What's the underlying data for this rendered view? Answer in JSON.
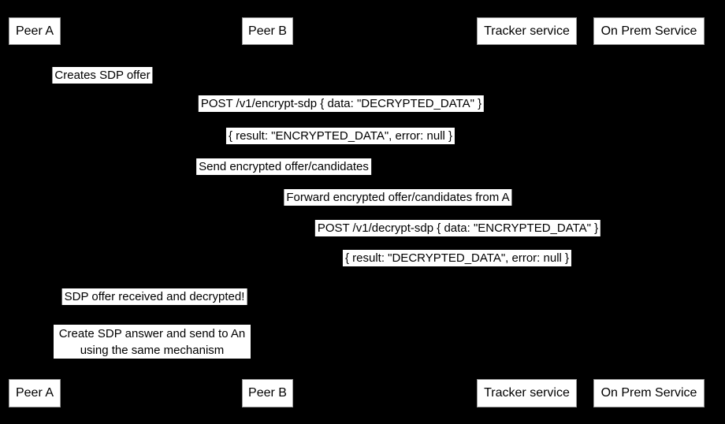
{
  "diagram": {
    "type": "sequence-diagram",
    "colors": {
      "background": "#000000",
      "label_background": "#ffffff",
      "label_text": "#000000",
      "actor_border": "#999999"
    },
    "actors": [
      {
        "label": "Peer A"
      },
      {
        "label": "Peer B"
      },
      {
        "label": "Tracker service"
      },
      {
        "label": "On Prem Service"
      }
    ],
    "messages": [
      {
        "text": "Creates SDP offer"
      },
      {
        "text": "POST /v1/encrypt-sdp { data: \"DECRYPTED_DATA\" }"
      },
      {
        "text": "{ result: \"ENCRYPTED_DATA\", error: null }"
      },
      {
        "text": "Send encrypted offer/candidates"
      },
      {
        "text": "Forward encrypted offer/candidates from A"
      },
      {
        "text": "POST /v1/decrypt-sdp { data: \"ENCRYPTED_DATA\" }"
      },
      {
        "text": "{ result: \"DECRYPTED_DATA\", error: null }"
      },
      {
        "text": "SDP offer received and decrypted!"
      }
    ],
    "note": {
      "line1": "Create SDP answer and send to An",
      "line2": "using the same mechanism"
    }
  }
}
